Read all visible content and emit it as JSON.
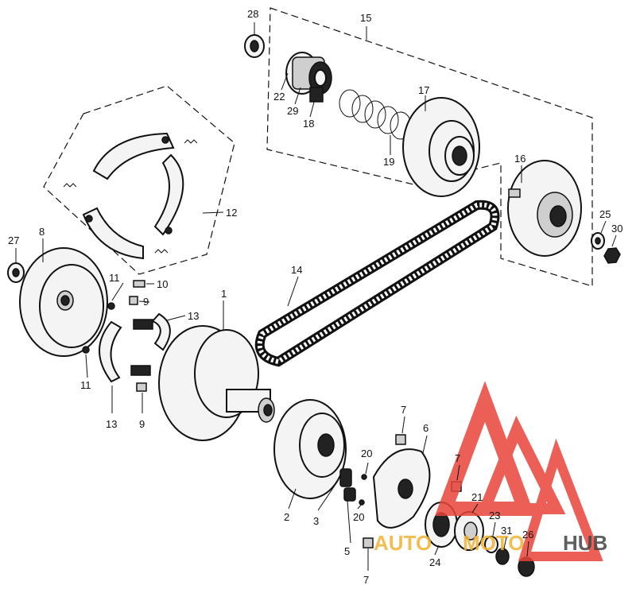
{
  "diagram": {
    "callouts": [
      "28",
      "15",
      "22",
      "29",
      "18",
      "17",
      "19",
      "16",
      "27",
      "8",
      "12",
      "25",
      "30",
      "11",
      "10",
      "9",
      "13",
      "1",
      "14",
      "11",
      "13",
      "9",
      "7",
      "6",
      "20",
      "2",
      "3",
      "20",
      "7",
      "21",
      "23",
      "31",
      "26",
      "24",
      "5",
      "7"
    ]
  },
  "watermark": {
    "brand_left": "AUTO",
    "brand_mid": "MOTO",
    "brand_right": "HUB",
    "colors": {
      "triangle": "#e8443a",
      "auto": "#f2b233",
      "hub": "#444444"
    }
  }
}
